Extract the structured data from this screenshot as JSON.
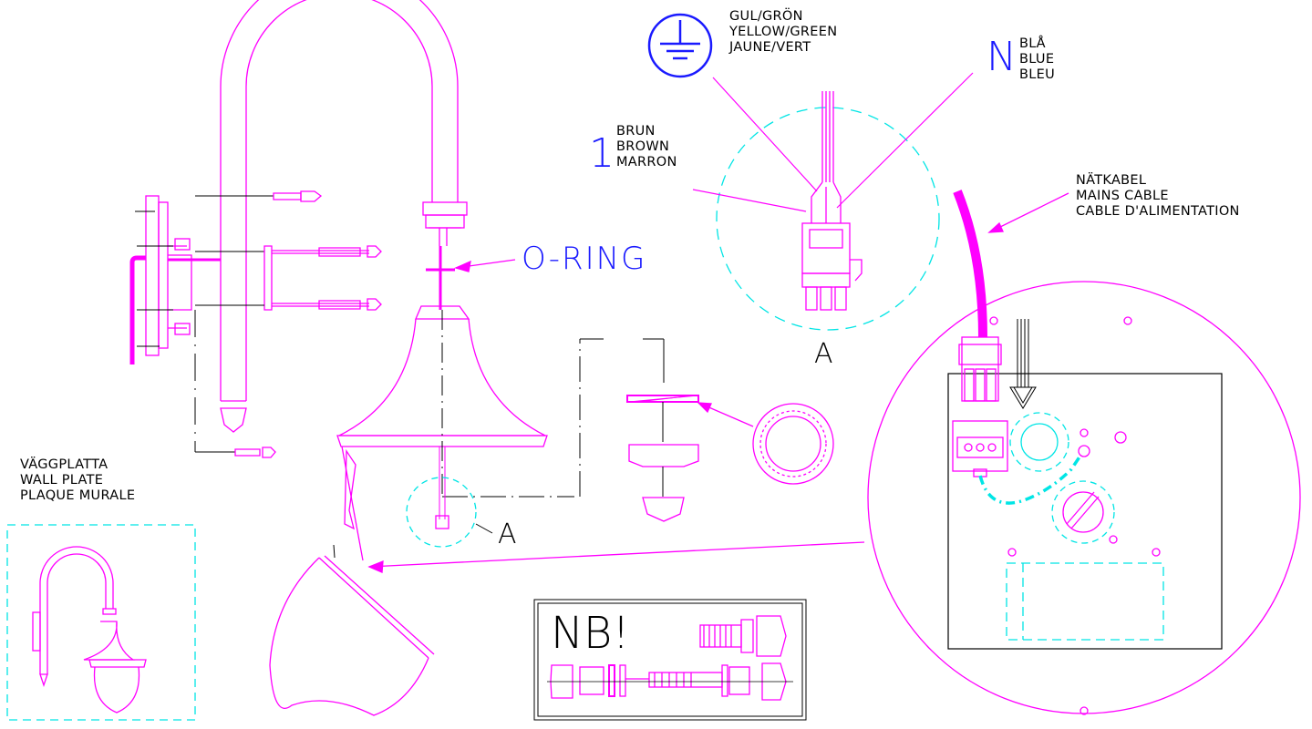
{
  "labels": {
    "earth": [
      "GUL/GRÖN",
      "YELLOW/GREEN",
      "JAUNE/VERT"
    ],
    "neutral_symbol": "N",
    "neutral": [
      "BLÅ",
      "BLUE",
      "BLEU"
    ],
    "live_symbol": "1",
    "live": [
      "BRUN",
      "BROWN",
      "MARRON"
    ],
    "mains_cable": [
      "NÄTKABEL",
      "MAINS CABLE",
      "CABLE D'ALIMENTATION"
    ],
    "o_ring": "O-RING",
    "detail_marker": "A",
    "detail_title": "A",
    "wall_plate": [
      "VÄGGPLATTA",
      "WALL PLATE",
      "PLAQUE MURALE"
    ],
    "note": "NB!"
  },
  "colors": {
    "fixture": "#ff00ff",
    "detail_circle": "#00e5e5",
    "earth_symbol": "#1a1aff",
    "text": "#000000"
  },
  "icons": {
    "earth": "earth-ground-symbol-icon",
    "arrow": "pointer-arrow-icon"
  }
}
